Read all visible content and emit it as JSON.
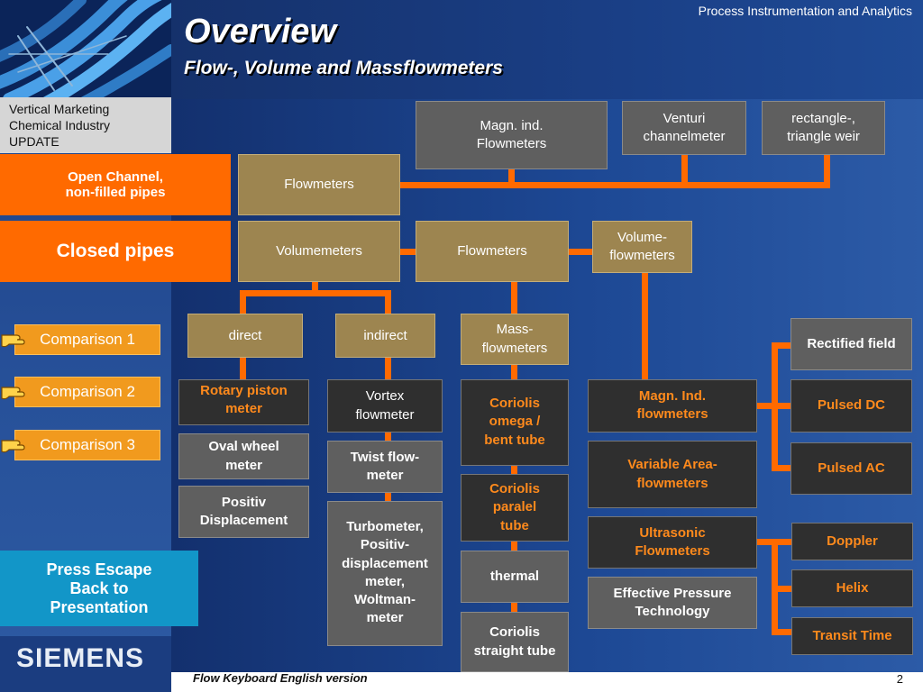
{
  "header": {
    "org": "Process Instrumentation and Analytics",
    "title": "Overview",
    "subtitle": "Flow-, Volume and Massflowmeters"
  },
  "sidebar": {
    "info_lines": [
      "Vertical Marketing",
      "Chemical Industry",
      "UPDATE"
    ],
    "open_channel_line1": "Open Channel,",
    "open_channel_line2": "non-filled pipes",
    "closed_pipes": "Closed pipes",
    "comparisons": [
      "Comparison 1",
      "Comparison 2",
      "Comparison 3"
    ],
    "escape_line1": "Press Escape",
    "escape_line2": "Back to",
    "escape_line3": "Presentation",
    "logo_text": "SIEMENS"
  },
  "diagram": {
    "open_channel": {
      "flowmeters": "Flowmeters",
      "magn_ind": [
        "Magn. ind.",
        "Flowmeters"
      ],
      "venturi": [
        "Venturi",
        "channelmeter"
      ],
      "rect_weir": [
        "rectangle-,",
        "triangle weir"
      ]
    },
    "closed": {
      "volumemeters": "Volumemeters",
      "flowmeters": "Flowmeters",
      "volume_flowmeters": [
        "Volume-",
        "flowmeters"
      ],
      "direct": "direct",
      "indirect": "indirect",
      "mass_flowmeters": [
        "Mass-",
        "flowmeters"
      ],
      "direct_items": [
        [
          "Rotary piston",
          "meter"
        ],
        [
          "Oval wheel",
          "meter"
        ],
        [
          "Positiv",
          "Displacement"
        ]
      ],
      "indirect_items": [
        [
          "Vortex",
          "flowmeter"
        ],
        [
          "Twist flow-",
          "meter"
        ],
        [
          "Turbometer,",
          "Positiv-",
          "displacement",
          "meter,",
          "Woltman-",
          "meter"
        ]
      ],
      "mass_items": [
        [
          "Coriolis",
          "omega /",
          "bent tube"
        ],
        [
          "Coriolis",
          "paralel",
          "tube"
        ],
        [
          "thermal"
        ],
        [
          "Coriolis",
          "straight tube"
        ]
      ],
      "volume_items": [
        [
          "Magn. Ind.",
          "flowmeters"
        ],
        [
          "Variable Area-",
          "flowmeters"
        ],
        [
          "Ultrasonic",
          "Flowmeters"
        ],
        [
          "Effective Pressure",
          "Technology"
        ]
      ],
      "magn_sub": [
        "Rectified field",
        "Pulsed DC",
        "Pulsed AC"
      ],
      "ultra_sub": [
        "Doppler",
        "Helix",
        "Transit Time"
      ]
    }
  },
  "footer": {
    "left": "Flow Keyboard English version",
    "page": "2"
  },
  "colors": {
    "accent_orange": "#ff6a00",
    "comparison_orange": "#f19a1e",
    "escape_blue": "#1296c8",
    "siemens_teal": "#009999"
  }
}
